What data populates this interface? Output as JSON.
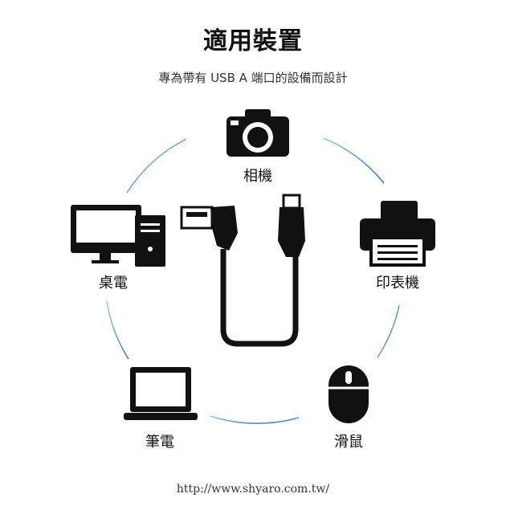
{
  "title": "適用裝置",
  "subtitle": "專為帶有 USB A 端口的設備而設計",
  "devices": [
    {
      "label": "相機",
      "icon": "camera-icon"
    },
    {
      "label": "印表機",
      "icon": "printer-icon"
    },
    {
      "label": "滑鼠",
      "icon": "mouse-icon"
    },
    {
      "label": "筆電",
      "icon": "laptop-icon"
    },
    {
      "label": "桌電",
      "icon": "desktop-icon"
    }
  ],
  "url": "http://www.shyaro.com.tw/",
  "colors": {
    "arc": "#3a7fd8",
    "icon": "#111111"
  }
}
